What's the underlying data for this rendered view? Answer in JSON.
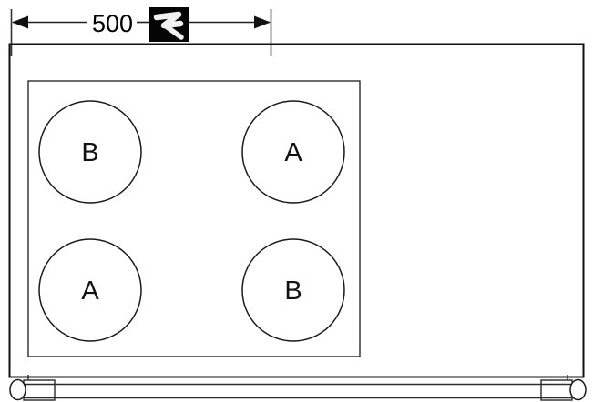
{
  "drawing": {
    "title": "Hob top view dimensioned drawing",
    "background_color": "#ffffff",
    "line_color": "#1a1a1a"
  },
  "dimension": {
    "label": "500",
    "arrow_left_icon": "arrow-left-icon",
    "arrow_right_icon": "arrow-right-icon",
    "symbol_icon": "zigzag-break-symbol-icon",
    "symbol_background": "#050505",
    "symbol_foreground": "#f2f2f2"
  },
  "burners": [
    {
      "label": "B",
      "position": "top-left"
    },
    {
      "label": "A",
      "position": "top-right"
    },
    {
      "label": "A",
      "position": "bottom-left"
    },
    {
      "label": "B",
      "position": "bottom-right"
    }
  ],
  "rail": {
    "left_cap_icon": "rail-end-cap-left-icon",
    "right_cap_icon": "rail-end-cap-right-icon",
    "left_knob_icon": "rail-knob-left-icon",
    "right_knob_icon": "rail-knob-right-icon"
  }
}
